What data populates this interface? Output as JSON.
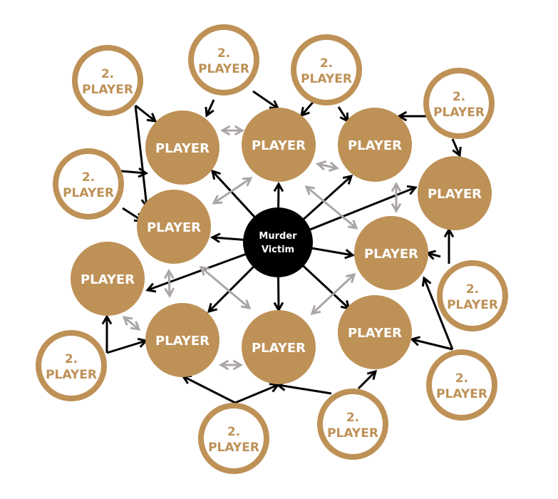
{
  "colors": {
    "player": "#BE9157",
    "victim": "#000000",
    "arrow": "#000000",
    "mutual_arrow": "#ABA6A6",
    "player_text": "#FFFFFF",
    "secondary_text": "#BE9157"
  },
  "victim": {
    "line1": "Murder",
    "line2": "Victim"
  },
  "players": [
    {
      "label": "PLAYER"
    },
    {
      "label": "PLAYER"
    },
    {
      "label": "PLAYER"
    },
    {
      "label": "PLAYER"
    },
    {
      "label": "PLAYER"
    },
    {
      "label": "PLAYER"
    },
    {
      "label": "PLAYER"
    },
    {
      "label": "PLAYER"
    },
    {
      "label": "PLAYER"
    },
    {
      "label": "PLAYER"
    }
  ],
  "secondary_players": [
    {
      "line1": "2.",
      "line2": "PLAYER"
    },
    {
      "line1": "2.",
      "line2": "PLAYER"
    },
    {
      "line1": "2.",
      "line2": "PLAYER"
    },
    {
      "line1": "2.",
      "line2": "PLAYER"
    },
    {
      "line1": "2.",
      "line2": "PLAYER"
    },
    {
      "line1": "2.",
      "line2": "PLAYER"
    },
    {
      "line1": "2.",
      "line2": "PLAYER"
    },
    {
      "line1": "2.",
      "line2": "PLAYER"
    },
    {
      "line1": "2.",
      "line2": "PLAYER"
    },
    {
      "line1": "2.",
      "line2": "PLAYER"
    }
  ]
}
